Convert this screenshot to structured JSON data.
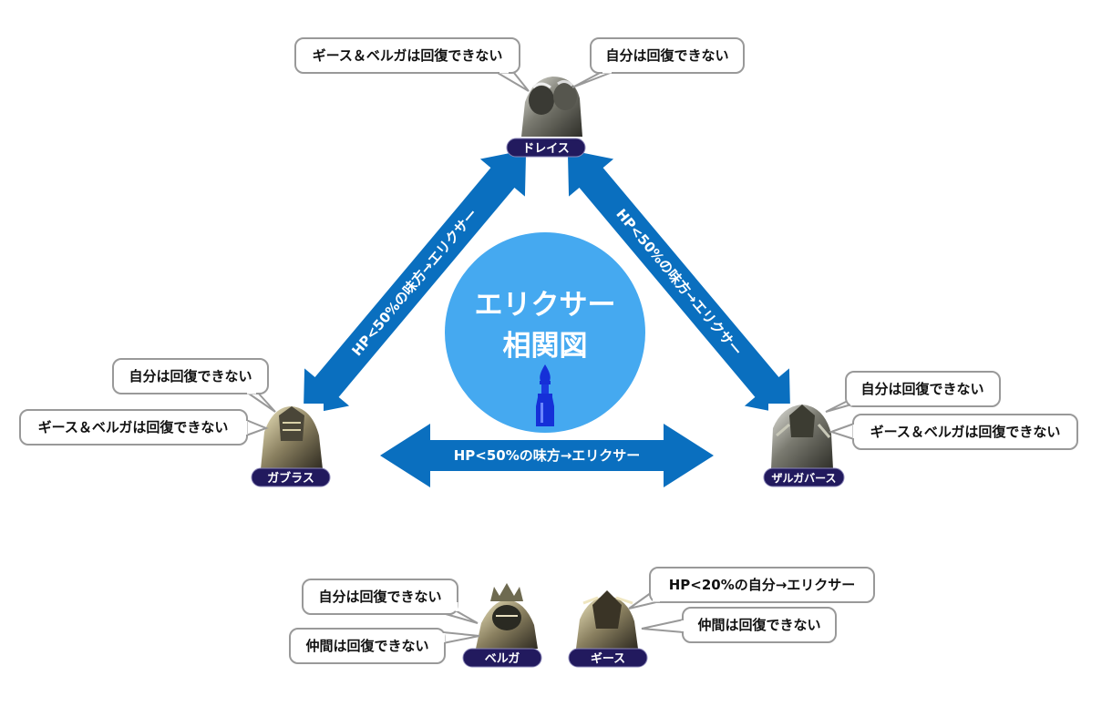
{
  "center": {
    "title_line1": "エリクサー",
    "title_line2": "相関図",
    "icon": "elixir-bottle-icon"
  },
  "colors": {
    "arrow": "#0a6fbf",
    "circle": "#45a9f0",
    "name_badge": "#221a5e",
    "bottle": "#1530d8",
    "bubble_border": "#999999"
  },
  "arrows": {
    "left": "HP<50%の味方→エリクサー",
    "right": "HP<50%の味方→エリクサー",
    "bottom": "HP<50%の味方→エリクサー"
  },
  "characters": {
    "drace": {
      "name": "ドレイス",
      "bubble_left": "ギース＆ベルガは回復できない",
      "bubble_right": "自分は回復できない"
    },
    "gabranth": {
      "name": "ガブラス",
      "bubble_top": "自分は回復できない",
      "bubble_bottom": "ギース＆ベルガは回復できない"
    },
    "zargabaath": {
      "name": "ザルガバース",
      "bubble_top": "自分は回復できない",
      "bubble_bottom": "ギース＆ベルガは回復できない"
    },
    "bergan": {
      "name": "ベルガ",
      "bubble_top": "自分は回復できない",
      "bubble_bottom": "仲間は回復できない"
    },
    "ghis": {
      "name": "ギース",
      "bubble_top": "HP<20%の自分→エリクサー",
      "bubble_bottom": "仲間は回復できない"
    }
  }
}
